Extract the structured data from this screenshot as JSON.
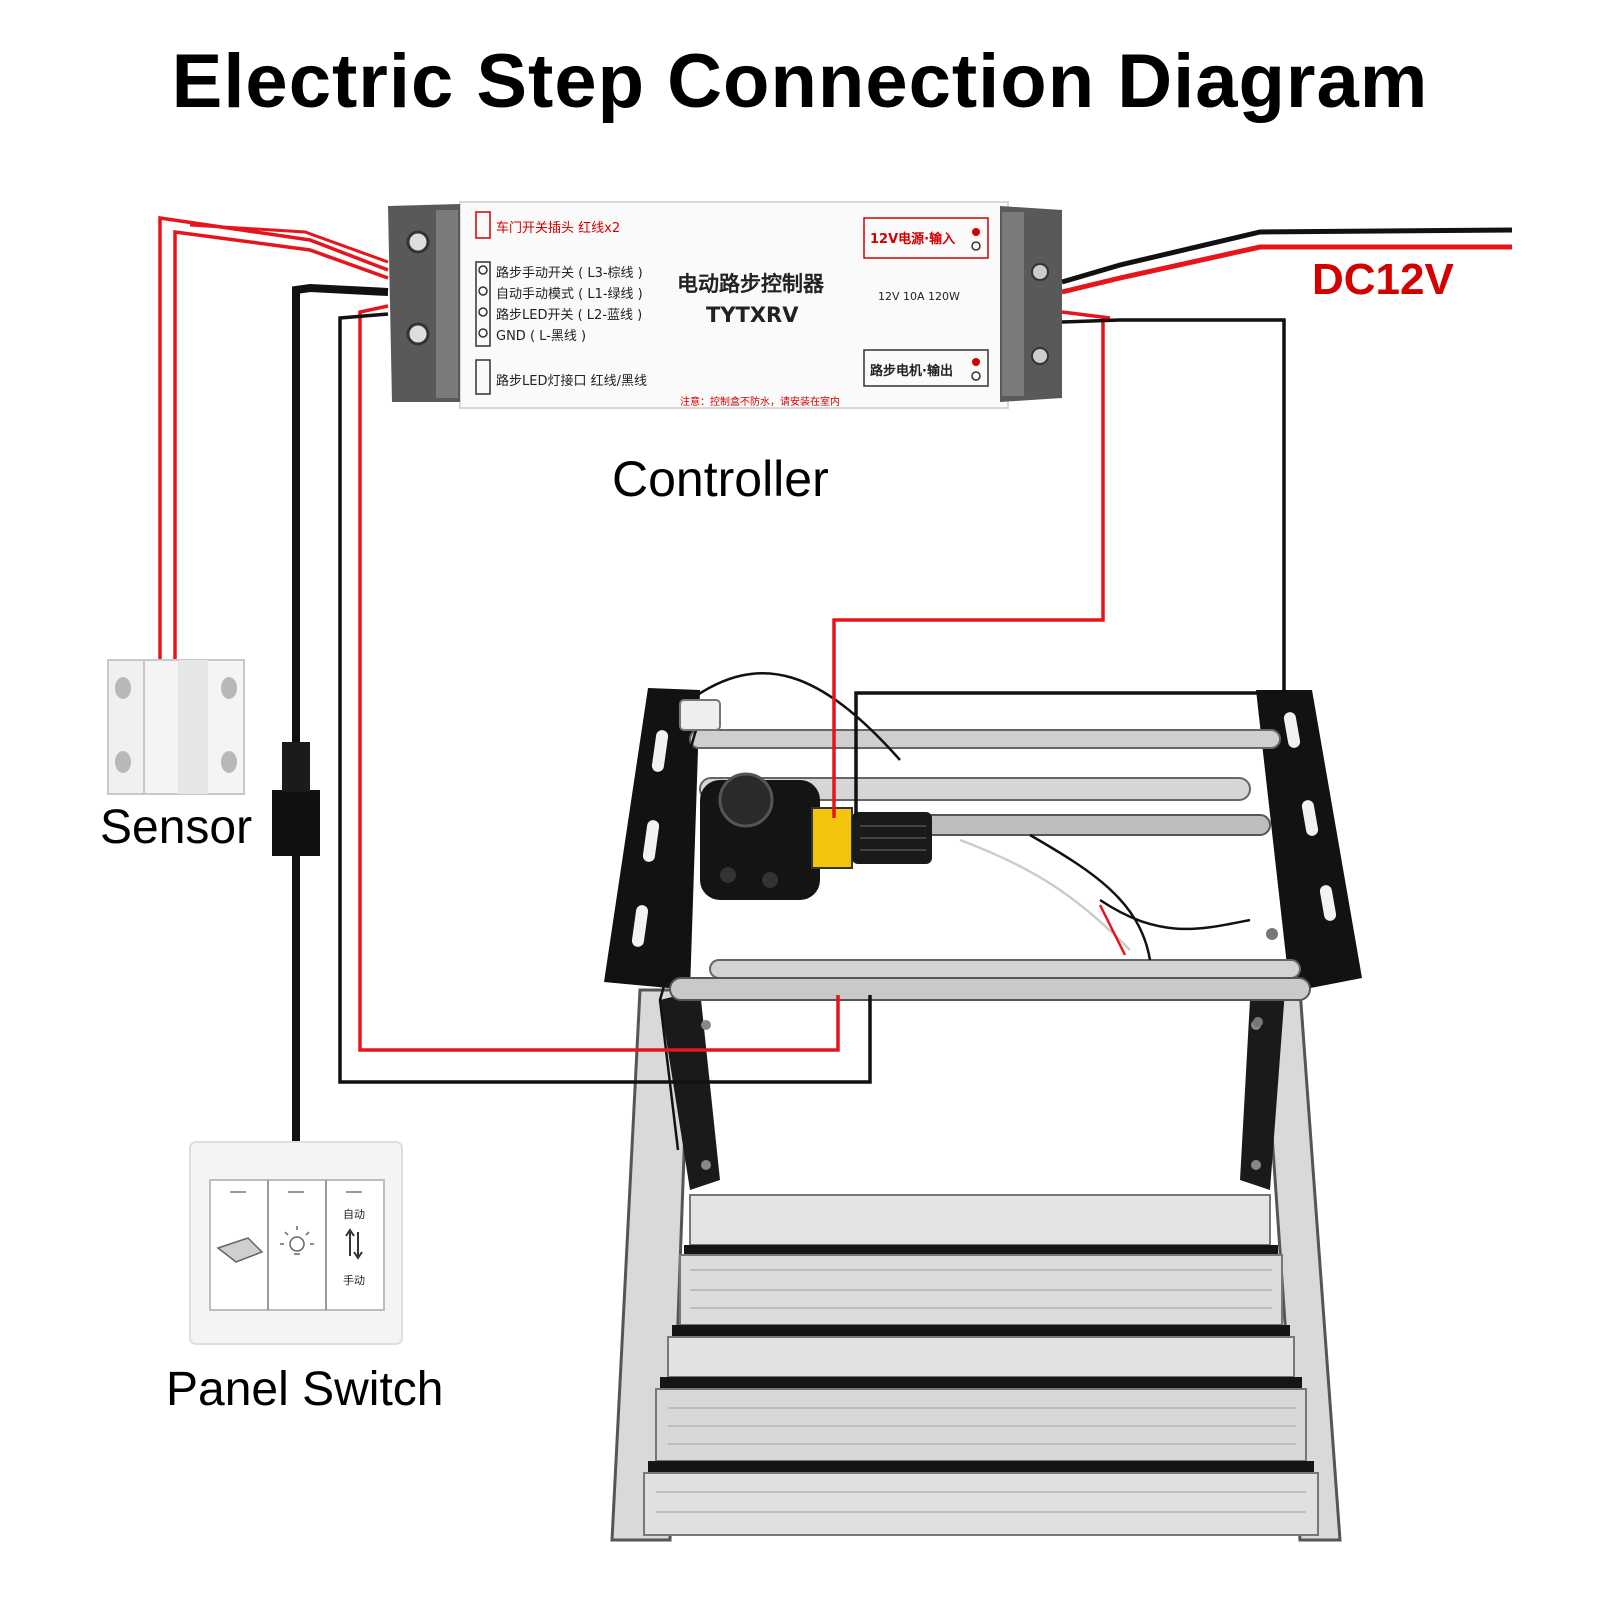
{
  "title": "Electric Step Connection Diagram",
  "labels": {
    "controller": "Controller",
    "sensor": "Sensor",
    "panel_switch": "Panel Switch",
    "dc": "DC12V"
  },
  "controller_panel": {
    "name_cn": "电动路步控制器",
    "model": "TYTXRV",
    "rating": "12V 10A 120W",
    "input_label": "12V电源·输入",
    "output_label": "路步电机·输出",
    "top_label": "车门开关插头 红线x2",
    "ports": [
      "路步手动开关 ( L3-棕线 )",
      "自动手动模式 ( L1-绿线 )",
      "路步LED开关 ( L2-蓝线 )",
      "GND ( L-黑线 )"
    ],
    "led_label": "路步LED灯接口 红线/黑线",
    "warning": "注意：控制盒不防水，请安装在室内"
  },
  "switch_panel": {
    "auto_label": "自动",
    "manual_label": "手动"
  },
  "colors": {
    "wire_red": "#e8141c",
    "wire_black": "#111111",
    "label_red": "#d40000"
  }
}
